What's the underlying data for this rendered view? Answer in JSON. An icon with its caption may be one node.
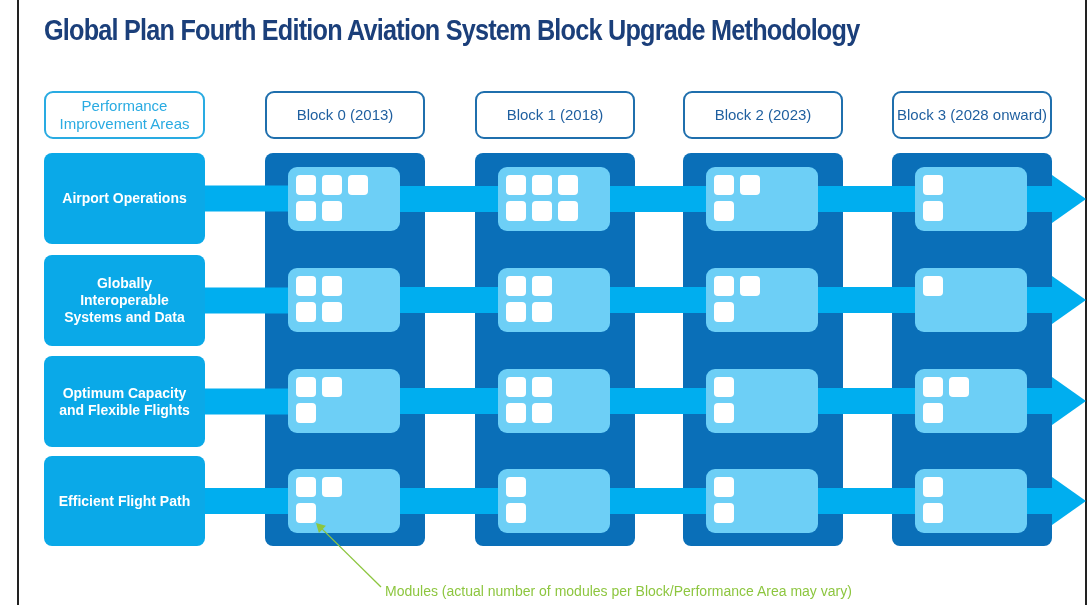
{
  "diagram": {
    "title": "Global Plan Fourth Edition Aviation System Block Upgrade Methodology",
    "nodes": [
      {
        "text": [
          "Performance Improvement Areas"
        ]
      },
      {
        "text": [
          "Block 0 (2013)"
        ]
      },
      {
        "text": [
          "Block 1 (2018)"
        ]
      },
      {
        "text": [
          "Block 2 (2023)"
        ]
      },
      {
        "text": [
          "Block 3 (2028 onward)"
        ]
      },
      {
        "text": [
          "Airport Operations"
        ]
      },
      {
        "text": [
          "Globally Interoperable Systems and Data"
        ]
      },
      {
        "text": [
          "Optimum Capacity and Flexible Flights"
        ]
      },
      {
        "text": [
          "Efficient Flight Path"
        ]
      },
      {
        "text": [],
        "shape": "box"
      },
      {
        "text": [],
        "shape": "box"
      },
      {
        "text": [],
        "shape": "box"
      },
      {
        "text": [],
        "shape": "box"
      },
      {
        "text": [],
        "shape": "box",
        "in": 9
      },
      {
        "text": [],
        "shape": "box",
        "in": 13
      },
      {
        "text": [],
        "shape": "box",
        "in": 13
      },
      {
        "text": [],
        "shape": "box",
        "in": 13
      },
      {
        "text": [],
        "shape": "box",
        "in": 13
      },
      {
        "text": [],
        "shape": "box",
        "in": 13
      },
      {
        "text": [],
        "shape": "box",
        "in": 10
      },
      {
        "text": [],
        "shape": "box",
        "in": 19
      },
      {
        "text": [],
        "shape": "box",
        "in": 19
      },
      {
        "text": [],
        "shape": "box",
        "in": 19
      },
      {
        "text": [],
        "shape": "box",
        "in": 19
      },
      {
        "text": [],
        "shape": "box",
        "in": 19
      },
      {
        "text": [],
        "shape": "box",
        "in": 19
      },
      {
        "text": [],
        "shape": "box",
        "in": 11
      },
      {
        "text": [],
        "shape": "box",
        "in": 26
      },
      {
        "text": [],
        "shape": "box",
        "in": 26
      },
      {
        "text": [],
        "shape": "box",
        "in": 26
      },
      {
        "text": [],
        "shape": "box",
        "in": 12
      },
      {
        "text": [],
        "shape": "box",
        "in": 30
      },
      {
        "text": [],
        "shape": "box",
        "in": 30
      },
      {
        "text": [],
        "shape": "box",
        "in": 9
      },
      {
        "text": [],
        "shape": "box",
        "in": 33
      },
      {
        "text": [],
        "shape": "box",
        "in": 33
      },
      {
        "text": [],
        "shape": "box",
        "in": 33
      },
      {
        "text": [],
        "shape": "box",
        "in": 33
      },
      {
        "text": [],
        "shape": "box",
        "in": 10
      },
      {
        "text": [],
        "shape": "box",
        "in": 38
      },
      {
        "text": [],
        "shape": "box",
        "in": 38
      },
      {
        "text": [],
        "shape": "box",
        "in": 38
      },
      {
        "text": [],
        "shape": "box",
        "in": 38
      },
      {
        "text": [],
        "shape": "box",
        "in": 11
      },
      {
        "text": [],
        "shape": "box",
        "in": 43
      },
      {
        "text": [],
        "shape": "box",
        "in": 43
      },
      {
        "text": [],
        "shape": "box",
        "in": 43
      },
      {
        "text": [],
        "shape": "box",
        "in": 12
      },
      {
        "text": [],
        "shape": "box",
        "in": 47
      },
      {
        "text": [],
        "shape": "box",
        "in": 9
      },
      {
        "text": [],
        "shape": "box",
        "in": 49
      },
      {
        "text": [],
        "shape": "box",
        "in": 49
      },
      {
        "text": [],
        "shape": "box",
        "in": 49
      },
      {
        "text": [],
        "shape": "box",
        "in": 10
      },
      {
        "text": [],
        "shape": "box",
        "in": 53
      },
      {
        "text": [],
        "shape": "box",
        "in": 53
      },
      {
        "text": [],
        "shape": "box",
        "in": 53
      },
      {
        "text": [],
        "shape": "box",
        "in": 53
      },
      {
        "text": [],
        "shape": "box",
        "in": 11
      },
      {
        "text": [],
        "shape": "box",
        "in": 58
      },
      {
        "text": [],
        "shape": "box",
        "in": 58
      },
      {
        "text": [],
        "shape": "box",
        "in": 12
      },
      {
        "text": [],
        "shape": "box",
        "in": 61
      },
      {
        "text": [],
        "shape": "box",
        "in": 61
      },
      {
        "text": [],
        "shape": "box",
        "in": 61
      },
      {
        "text": [],
        "shape": "box",
        "in": 9
      },
      {
        "text": [],
        "shape": "box",
        "in": 65
      },
      {
        "text": [],
        "shape": "box",
        "in": 65
      },
      {
        "text": [],
        "shape": "box",
        "in": 65
      },
      {
        "text": [],
        "shape": "box",
        "in": 10
      },
      {
        "text": [],
        "shape": "box",
        "in": 69
      },
      {
        "text": [],
        "shape": "box",
        "in": 69
      },
      {
        "text": [],
        "shape": "box",
        "in": 11
      },
      {
        "text": [],
        "shape": "box",
        "in": 72
      },
      {
        "text": [],
        "shape": "box",
        "in": 72
      },
      {
        "text": [],
        "shape": "box",
        "in": 12
      },
      {
        "text": [],
        "shape": "box",
        "in": 75
      },
      {
        "text": [],
        "shape": "box",
        "in": 75
      },
      {
        "text": [
          "Modules (actual number of modules per Block/Performance Area may vary)"
        ]
      }
    ],
    "edges": [
      {
        "from": 5,
        "to": 13,
        "arrow": "none"
      },
      {
        "from": 13,
        "to": 19,
        "arrow": "none"
      },
      {
        "from": 19,
        "to": 26,
        "arrow": "none"
      },
      {
        "from": 26,
        "to": 30,
        "arrow": "none"
      },
      {
        "from": 30,
        "to": null,
        "arrow": "to"
      },
      {
        "from": 6,
        "to": 33,
        "arrow": "none"
      },
      {
        "from": 33,
        "to": 38,
        "arrow": "none"
      },
      {
        "from": 38,
        "to": 43,
        "arrow": "none"
      },
      {
        "from": 43,
        "to": 47,
        "arrow": "none"
      },
      {
        "from": 47,
        "to": null,
        "arrow": "to"
      },
      {
        "from": 7,
        "to": 49,
        "arrow": "none"
      },
      {
        "from": 49,
        "to": 53,
        "arrow": "none"
      },
      {
        "from": 53,
        "to": 58,
        "arrow": "none"
      },
      {
        "from": 58,
        "to": 61,
        "arrow": "none"
      },
      {
        "from": 61,
        "to": null,
        "arrow": "to"
      },
      {
        "from": 8,
        "to": 65,
        "arrow": "none"
      },
      {
        "from": 65,
        "to": 69,
        "arrow": "none"
      },
      {
        "from": 69,
        "to": 72,
        "arrow": "none"
      },
      {
        "from": 72,
        "to": 75,
        "arrow": "none"
      },
      {
        "from": 75,
        "to": null,
        "arrow": "to"
      },
      {
        "from": 78,
        "to": 68,
        "arrow": "to",
        "color": "#8dc63f"
      }
    ]
  }
}
